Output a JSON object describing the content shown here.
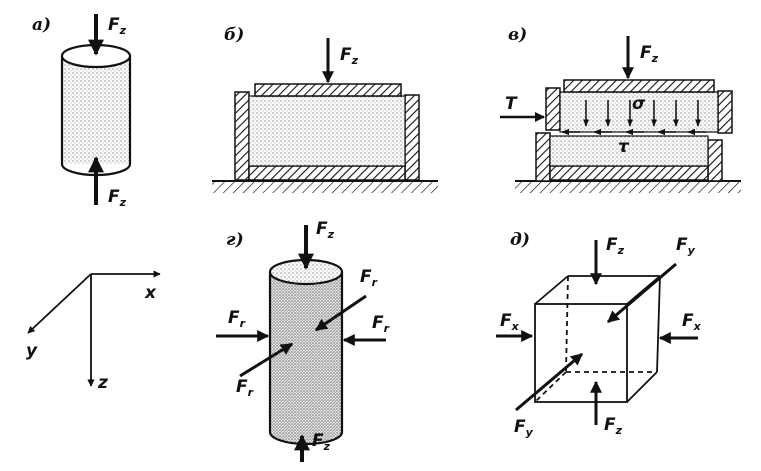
{
  "panels": {
    "a": {
      "letter": "а)",
      "force_top": "F",
      "force_top_sub": "z",
      "force_bottom": "F",
      "force_bottom_sub": "z"
    },
    "b": {
      "letter": "б)",
      "force": "F",
      "force_sub": "z"
    },
    "c": {
      "letter": "в)",
      "force": "F",
      "force_sub": "z",
      "shear_force": "T",
      "normal_stress": "σ",
      "shear_stress": "τ"
    },
    "axes": {
      "x": "x",
      "y": "y",
      "z": "z"
    },
    "d": {
      "letter": "г)",
      "force_z_top": "F",
      "force_z_top_sub": "z",
      "force_z_bottom": "F",
      "force_z_bottom_sub": "z",
      "force_r": "F",
      "force_r_sub": "r"
    },
    "e": {
      "letter": "д)",
      "fz": "F",
      "fz_sub": "z",
      "fx": "F",
      "fx_sub": "x",
      "fy": "F",
      "fy_sub": "y"
    }
  },
  "colors": {
    "ink": "#111111",
    "paper": "#ffffff",
    "fill": "#f2f2f2"
  }
}
